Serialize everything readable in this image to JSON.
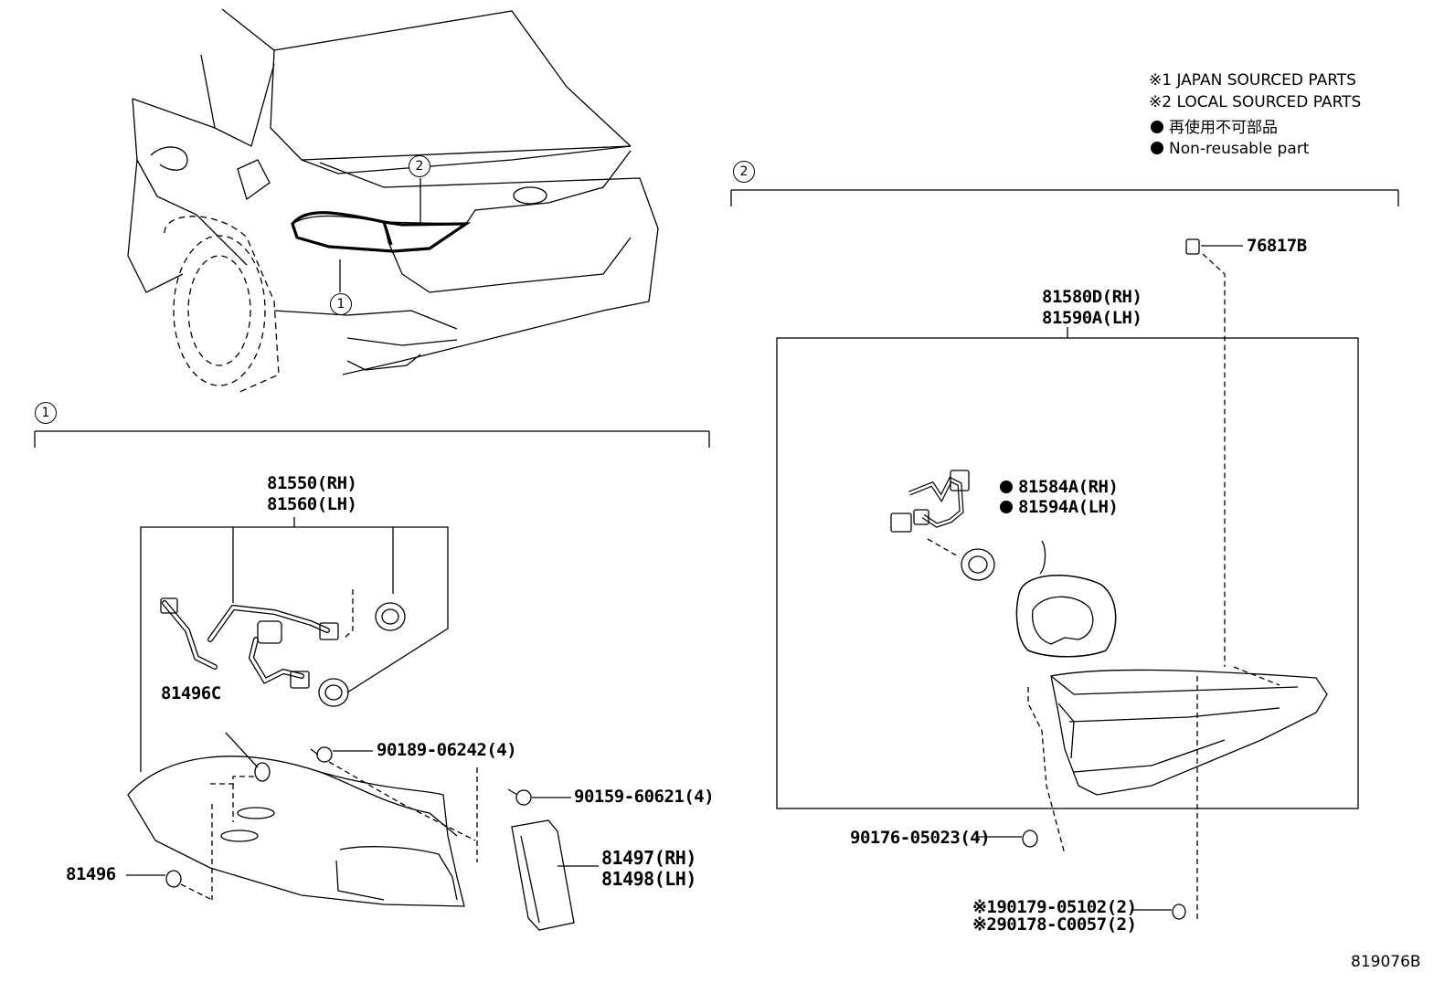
{
  "notes": {
    "japan_sourced": "※1 JAPAN SOURCED PARTS",
    "local_sourced": "※2 LOCAL SOURCED PARTS",
    "non_reusable_jp": "再使用不可部品",
    "non_reusable_en": "Non-reusable part"
  },
  "callouts": {
    "c1": "1",
    "c2": "2"
  },
  "section1": {
    "assembly_rh": "81550(RH)",
    "assembly_lh": "81560(LH)",
    "part_81496c": "81496C",
    "bolt_a": "90189-06242(4)",
    "screw_b": "90159-60621(4)",
    "bracket_rh": "81497(RH)",
    "bracket_lh": "81498(LH)",
    "part_81496": "81496"
  },
  "section2": {
    "clip": "76817B",
    "assembly_rh": "81580D(RH)",
    "assembly_lh": "81590A(LH)",
    "gasket_rh": "81584A(RH)",
    "gasket_lh": "81594A(LH)",
    "nut": "90176-05023(4)",
    "fastener_jp": "※190179-05102(2)",
    "fastener_local": "※290178-C0057(2)"
  },
  "doc_id": "819076B"
}
